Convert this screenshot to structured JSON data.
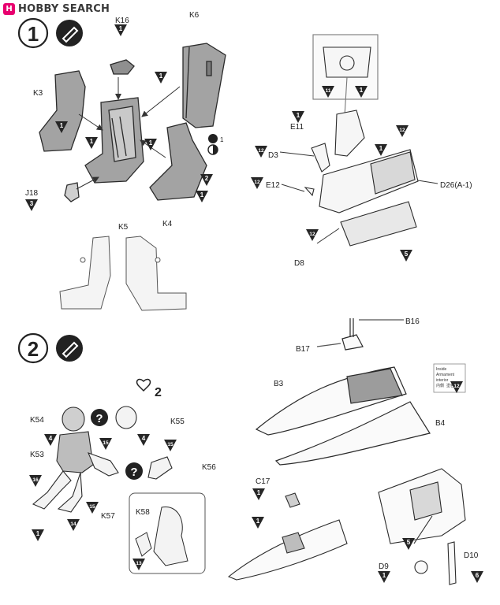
{
  "watermark": {
    "logo_letter": "H",
    "text": "HOBBY SEARCH",
    "accent": "#e8006f"
  },
  "steps": [
    {
      "number": "1",
      "icon": "glue-tube-icon"
    },
    {
      "number": "2",
      "icon": "glue-tube-icon"
    }
  ],
  "glyphs": {
    "question": "?",
    "pair_count": "2",
    "star_count": "1"
  },
  "part_labels": {
    "K6": "K6",
    "K16": "K16",
    "K3": "K3",
    "J18": "J18",
    "K5": "K5",
    "K4": "K4",
    "E11": "E11",
    "D3": "D3",
    "E12": "E12",
    "D26": "D26(A-1)",
    "D8": "D8",
    "B16": "B16",
    "B17": "B17",
    "B3": "B3",
    "B4": "B4",
    "K54": "K54",
    "K55": "K55",
    "K53": "K53",
    "K56": "K56",
    "K57": "K57",
    "K58": "K58",
    "C17": "C17",
    "D9": "D9",
    "D10": "D10"
  },
  "color_notes": {
    "b4_note_1": "Inside",
    "b4_note_2": "Armament",
    "b4_note_3": "interior",
    "b4_note_4": "内側",
    "b4_note_5": "塗色"
  },
  "colors": {
    "line": "#2a2a2a",
    "gray_part": "#a3a3a3",
    "mid_gray": "#8f8f8f",
    "callout": "#262626",
    "paper": "#ffffff"
  },
  "callouts": [
    {
      "id": "c-k16",
      "num": "1"
    },
    {
      "id": "c-k6",
      "num": "1"
    },
    {
      "id": "c-k3",
      "num": "1"
    },
    {
      "id": "c-seat-left",
      "num": "1"
    },
    {
      "id": "c-seat-mid",
      "num": "1"
    },
    {
      "id": "c-k4a",
      "num": "2"
    },
    {
      "id": "c-k4b",
      "num": "1"
    },
    {
      "id": "c-j18",
      "num": "3"
    },
    {
      "id": "c-pan-l",
      "num": "11"
    },
    {
      "id": "c-pan-r",
      "num": "1"
    },
    {
      "id": "c-e11",
      "num": "1"
    },
    {
      "id": "c-d3",
      "num": "12"
    },
    {
      "id": "c-e12",
      "num": "12"
    },
    {
      "id": "c-tub",
      "num": "1"
    },
    {
      "id": "c-d26",
      "num": "12"
    },
    {
      "id": "c-d8a",
      "num": "12"
    },
    {
      "id": "c-d8b",
      "num": "5"
    },
    {
      "id": "c-k54",
      "num": "4"
    },
    {
      "id": "c-k53-a",
      "num": "15"
    },
    {
      "id": "c-k55",
      "num": "4"
    },
    {
      "id": "c-k55b",
      "num": "15"
    },
    {
      "id": "c-k53-leg",
      "num": "16"
    },
    {
      "id": "c-k57",
      "num": "15"
    },
    {
      "id": "c-k53-foot",
      "num": "14"
    },
    {
      "id": "c-k53-b",
      "num": "1"
    },
    {
      "id": "c-k58",
      "num": "13"
    },
    {
      "id": "c-b4note",
      "num": "12"
    },
    {
      "id": "c-c17",
      "num": "1"
    },
    {
      "id": "c-fus",
      "num": "1"
    },
    {
      "id": "c-d10",
      "num": "5"
    },
    {
      "id": "c-d9",
      "num": "1"
    },
    {
      "id": "c-d10b",
      "num": "6"
    }
  ]
}
